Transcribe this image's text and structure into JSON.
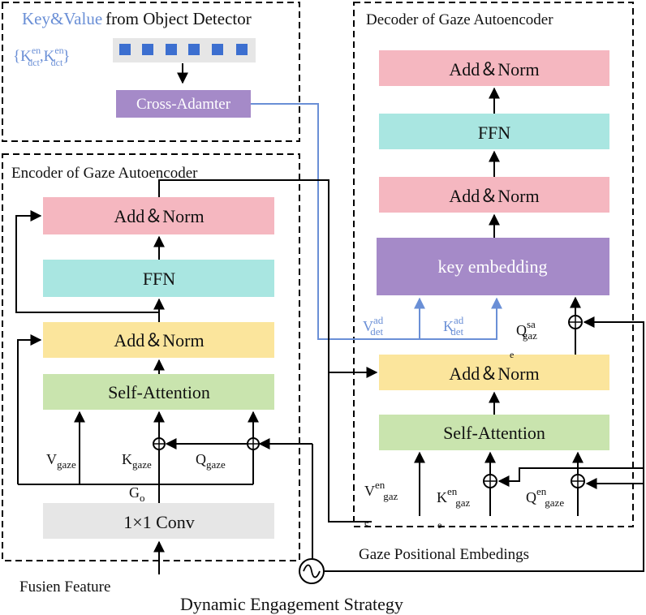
{
  "detector": {
    "title_blue": "Key&Value",
    "title_black": "from Object Detector",
    "set_open": "{",
    "set_close": "}",
    "comma": ",",
    "k_letter": "K",
    "en_sup": "en",
    "dct_sub": "dct",
    "cross_adapter": "Cross-Adamter"
  },
  "encoder": {
    "title": "Encoder of Gaze Autoencoder",
    "add_norm": "Add＆Norm",
    "ffn": "FFN",
    "self_attention": "Self-Attention",
    "conv": "1×1 Conv",
    "v": "V",
    "k": "K",
    "q": "Q",
    "gaze_sub": "gaze",
    "g": "G",
    "o_sub": "o",
    "input": "Fusien Feature"
  },
  "decoder": {
    "title": "Decoder of Gaze Autoencoder",
    "add_norm": "Add＆Norm",
    "ffn": "FFN",
    "key_embedding": "key embedding",
    "self_attention": "Self-Attention",
    "v": "V",
    "k": "K",
    "q": "Q",
    "ad_sup": "ad",
    "det_sub": "det",
    "sa_sup": "sa",
    "en_sup": "en",
    "gaz_sub": "gaz",
    "gaze_sub": "gaze",
    "e_frag": "e"
  },
  "labels": {
    "positional": "Gaze Positional Embedings",
    "strategy": "Dynamic Engagement Strategy"
  },
  "colors": {
    "add_norm_pink": "#f5b7c0",
    "ffn_teal": "#a9e6e1",
    "add_norm_yellow": "#fbe59c",
    "self_attention_green": "#c9e4ae",
    "embedding_purple": "#a58ac8",
    "conv_gray": "#e6e6e6",
    "token_blue": "#3c6fd0",
    "detector_line_blue": "#6a8fd6"
  }
}
